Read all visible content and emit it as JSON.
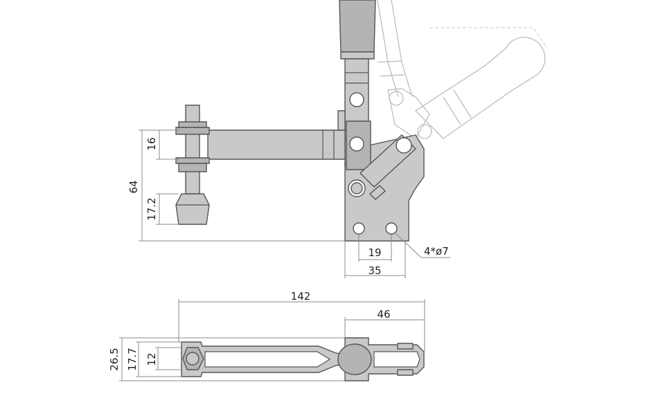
{
  "front_view": {
    "dim_height_total": "64",
    "dim_spindle_upper": "16",
    "dim_spindle_tip": "17.2",
    "dim_hole_spacing": "19",
    "dim_base_width": "35",
    "dim_holes": "4*ø7"
  },
  "top_view": {
    "dim_total_length": "142",
    "dim_body_length": "46",
    "dim_width_total": "26.5",
    "dim_width_arm": "17.7",
    "dim_slot": "12"
  }
}
